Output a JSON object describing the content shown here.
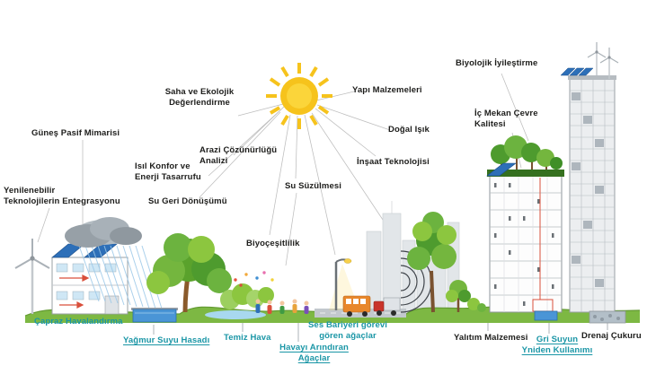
{
  "colors": {
    "teal": "#1a96a6",
    "text": "#1d1d1b",
    "sun": "#f6c31c",
    "ground": "#7db843",
    "water": "#4a95d6",
    "solar_panel": "#2d6fb8"
  },
  "labels": {
    "gunes_pasif_mimarisi": "Güneş Pasif Mimarisi",
    "saha_ve_ekolojik_degerlendirme": "Saha ve Ekolojik\nDeğerlendirme",
    "arazi_cozunurlugu_analizi": "Arazi Çözünürlüğü\nAnalizi",
    "isil_konfor_enerji_tasarrufu": "Isıl Konfor ve\nEnerji Tasarrufu",
    "su_geri_donusumu": "Su Geri Dönüşümü",
    "yenilenebilir_entegrasyonu": "Yenilenebilir\nTeknolojilerin Entegrasyonu",
    "su_suzulmesi": "Su Süzülmesi",
    "biyocesitlilik": "Biyoçeşitlilik",
    "yapi_malzemeleri": "Yapı Malzemeleri",
    "dogal_isik": "Doğal Işık",
    "insaat_teknolojisi": "İnşaat Teknolojisi",
    "biyolojik_iyilestirme": "Biyolojik İyileştirme",
    "ic_mekan_cevre_kalitesi": "İç Mekan Çevre\nKalitesi",
    "capraz_havalandirma": "Çapraz Havalandırma",
    "yagmur_suyu_hasadi": "Yağmur Suyu Hasadı",
    "temiz_hava": "Temiz Hava",
    "havayi_arindiran_agaclar": "Havayı Arındıran\nAğaçlar",
    "ses_bariyeri_agaclar": "Ses Bariyeri görevi\ngören ağaçlar",
    "yalitim_malzemesi": "Yalıtım Malzemesi",
    "gri_suyun_kullanimi": "Gri Suyun\nYniden Kullanımı",
    "drenaj_cukuru": "Drenaj Çukuru"
  }
}
